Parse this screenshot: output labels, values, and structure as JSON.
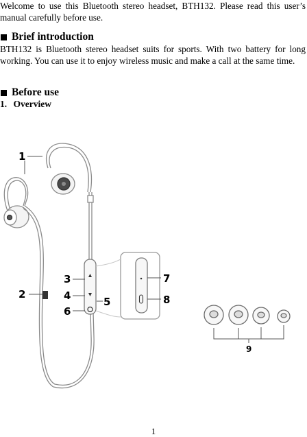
{
  "intro": {
    "text": "Welcome to use this Bluetooth stereo headset, BTH132. Please read this user’s manual carefully before use."
  },
  "sections": {
    "brief": {
      "heading": "Brief introduction",
      "text": "BTH132 is Bluetooth stereo headset suits for sports. With two battery for long working. You can use it to enjoy wireless music and make a call at the same time."
    },
    "before_use": {
      "heading": "Before use",
      "sub_number": "1.",
      "sub_heading": "Overview"
    }
  },
  "diagram": {
    "callouts": [
      "1",
      "2",
      "3",
      "4",
      "5",
      "6",
      "7",
      "8",
      "9"
    ]
  },
  "footer": {
    "page_number": "1"
  }
}
